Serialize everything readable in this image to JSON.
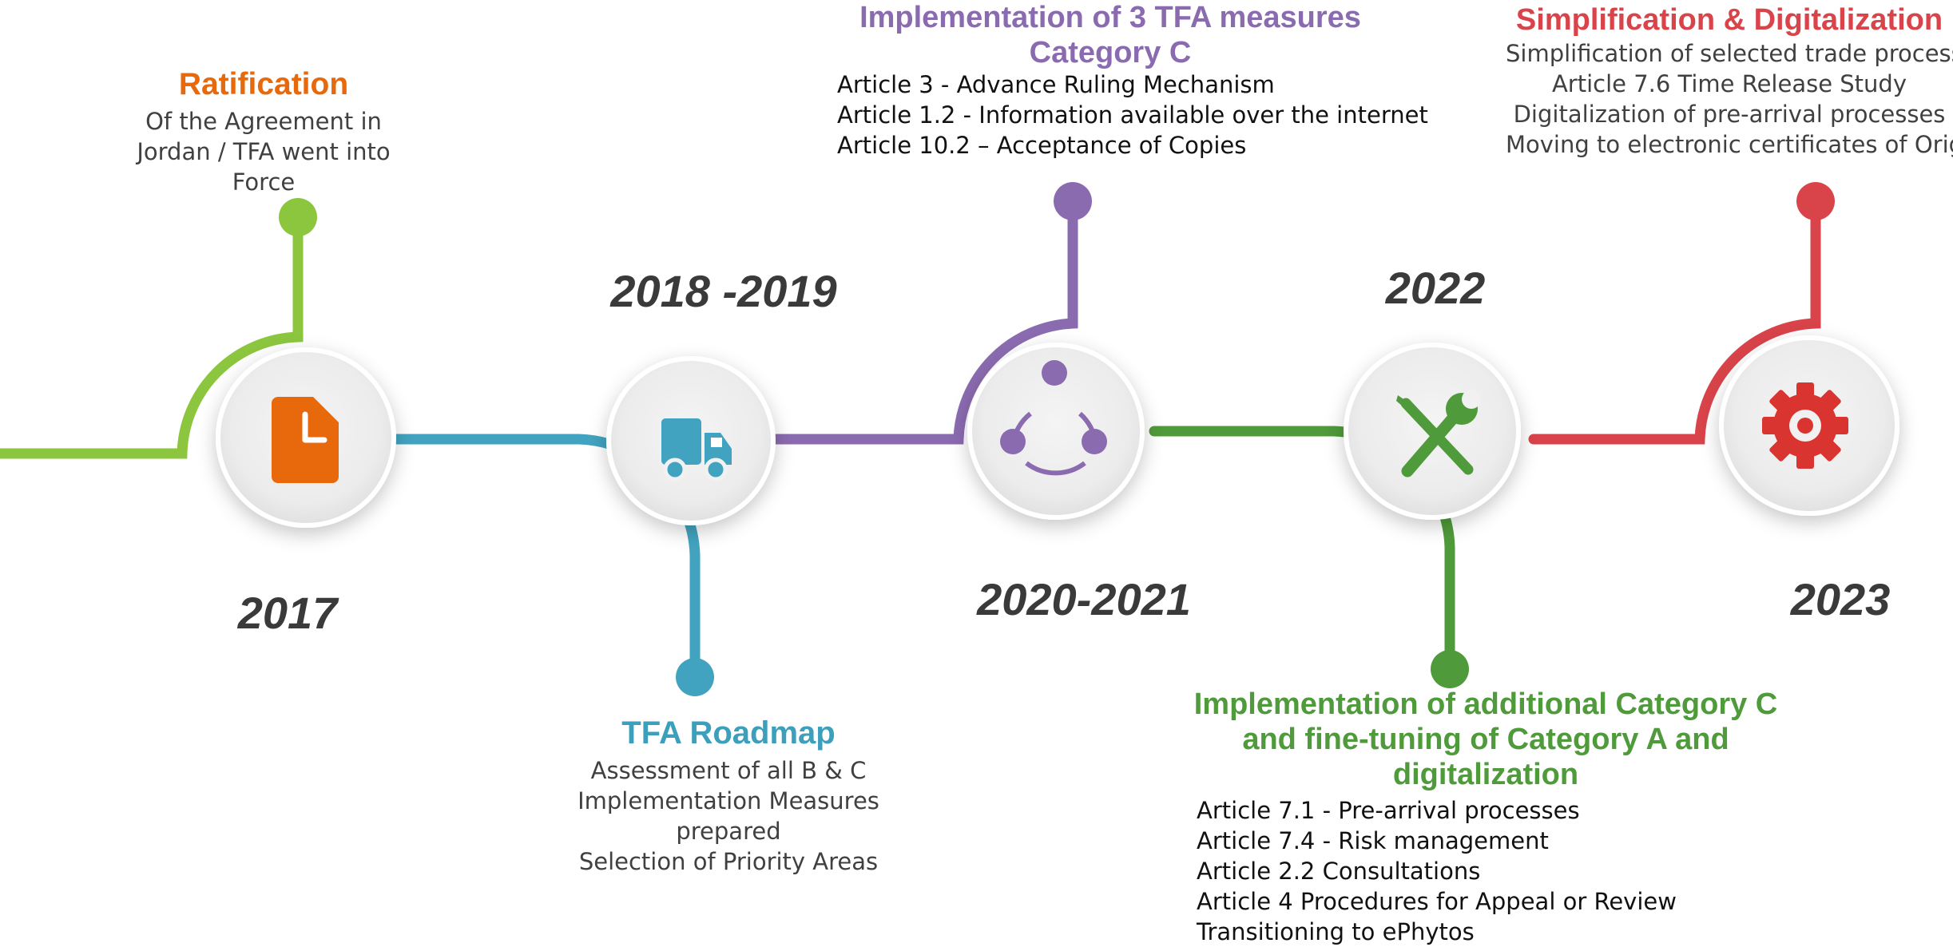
{
  "colors": {
    "green": "#8cc63f",
    "teal": "#42a3c0",
    "purple": "#8b6bb0",
    "darkgreen": "#4f9a3a",
    "red": "#d9434a",
    "orange": "#e8690c"
  },
  "milestones": [
    {
      "year": "2017",
      "title": "Ratification",
      "description": [
        "Of the Agreement in",
        "Jordan / TFA went into",
        "Force"
      ],
      "icon": "document-icon"
    },
    {
      "year": "2018 -2019",
      "title": "TFA Roadmap",
      "description": [
        "Assessment of all B & C",
        "Implementation Measures",
        "prepared",
        "Selection of Priority Areas"
      ],
      "icon": "truck-icon"
    },
    {
      "year": "2020-2021",
      "title": [
        "Implementation of 3 TFA measures",
        "Category C"
      ],
      "items": [
        "Article 3 - Advance Ruling Mechanism",
        "Article 1.2 - Information available over the internet",
        "Article 10.2 – Acceptance of Copies"
      ],
      "icon": "share-network-icon"
    },
    {
      "year": "2022",
      "title": [
        "Implementation of additional Category C",
        "and fine-tuning of Category A and",
        "digitalization"
      ],
      "items": [
        "Article 7.1 - Pre-arrival processes",
        "Article 7.4 - Risk management",
        "Article 2.2 Consultations",
        "Article 4 Procedures for Appeal or Review",
        "Transitioning to ePhytos"
      ],
      "icon": "tools-icon"
    },
    {
      "year": "2023",
      "title": "Simplification & Digitalization",
      "description": [
        "Simplification of selected trade processes",
        "Article 7.6 Time Release Study",
        "Digitalization of pre-arrival processes",
        "Moving to electronic certificates of Origin"
      ],
      "icon": "gear-icon"
    }
  ]
}
